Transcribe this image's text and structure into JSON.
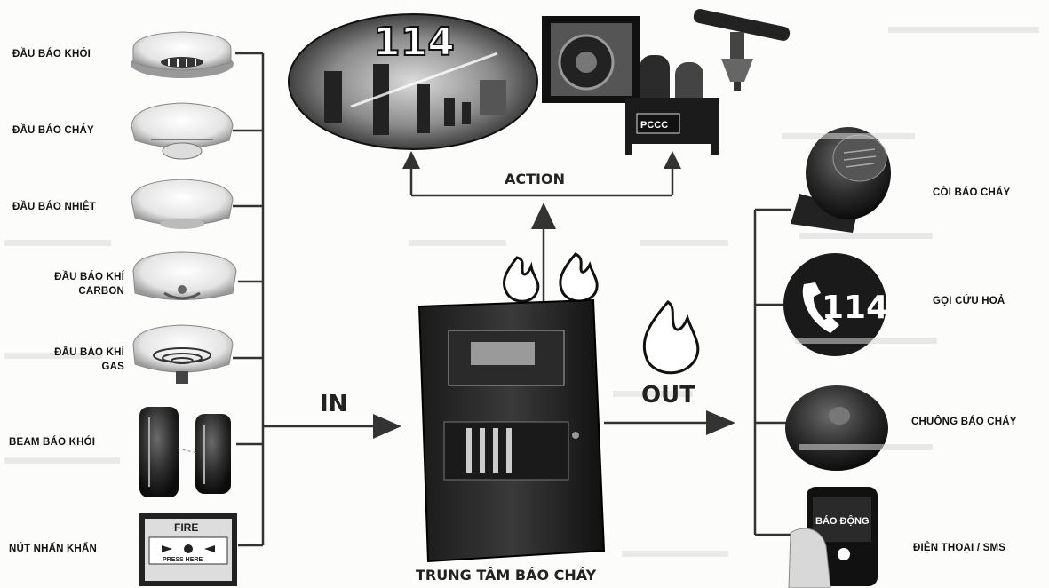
{
  "inputs": {
    "smoke_detector": "ĐẦU BÁO KHÓI",
    "flame_detector": "ĐẦU BÁO CHÁY",
    "heat_detector": "ĐẦU BÁO NHIỆT",
    "carbon_detector_line1": "ĐẦU BÁO KHÍ",
    "carbon_detector_line2": "CARBON",
    "gas_detector_line1": "ĐẦU BÁO KHÍ",
    "gas_detector_line2": "GAS",
    "beam_detector": "BEAM BÁO KHÓI",
    "call_point": "NÚT NHẤN KHẨN"
  },
  "flow": {
    "in": "IN",
    "out": "OUT",
    "action": "ACTION"
  },
  "panel": {
    "caption": "TRUNG TÂM BÁO CHÁY"
  },
  "actions": {
    "firefighters_number": "114",
    "pccc_cabinet": "PCCC"
  },
  "outputs": {
    "siren": "CÒI BÁO CHÁY",
    "call_fire_dept": "GỌI CỨU HOẢ",
    "call_number": "114",
    "bell": "CHUÔNG BÁO CHÁY",
    "phone_sms": "ĐIỆN THOẠI / SMS",
    "phone_screen": "BÁO ĐỘNG"
  },
  "call_point_device": {
    "top_text": "FIRE",
    "button_text": "PRESS HERE"
  }
}
